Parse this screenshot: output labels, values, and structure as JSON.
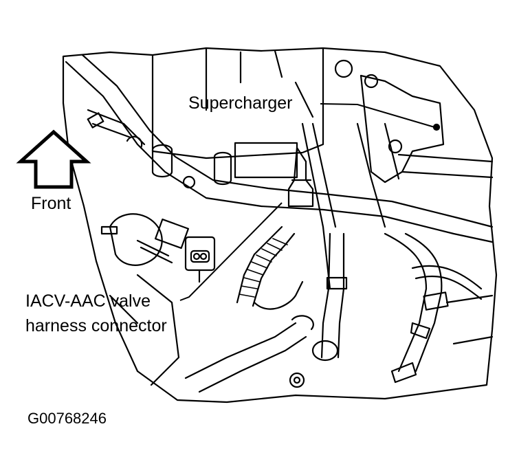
{
  "labels": {
    "supercharger": "Supercharger",
    "front": "Front",
    "iacv_line1": "IACV-AAC valve",
    "iacv_line2": "harness connector"
  },
  "figure_id": "G00768246",
  "colors": {
    "ink": "#000000",
    "paper": "#ffffff"
  }
}
